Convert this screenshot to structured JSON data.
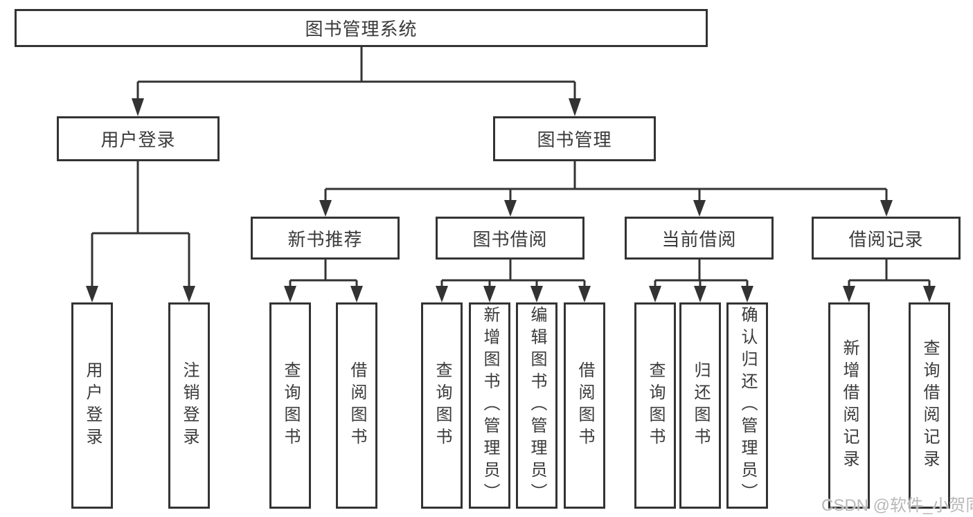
{
  "diagram": {
    "type": "hierarchy-tree",
    "root": {
      "label": "图书管理系统"
    },
    "level2": {
      "user_login": {
        "label": "用户登录"
      },
      "book_management": {
        "label": "图书管理"
      }
    },
    "level3": {
      "new_book_recommend": {
        "label": "新书推荐"
      },
      "book_borrowing": {
        "label": "图书借阅"
      },
      "current_borrowing": {
        "label": "当前借阅"
      },
      "borrowing_records": {
        "label": "借阅记录"
      }
    },
    "leaves": {
      "user_login": [
        "用户登录",
        "注销登录"
      ],
      "new_book_recommend": [
        "查询图书",
        "借阅图书"
      ],
      "book_borrowing": [
        "查询图书",
        "新增图书（管理员）",
        "编辑图书（管理员）",
        "借阅图书"
      ],
      "current_borrowing": [
        "查询图书",
        "归还图书",
        "确认归还（管理员）"
      ],
      "borrowing_records": [
        "新增借阅记录",
        "查询借阅记录"
      ]
    },
    "colors": {
      "background": "#ffffff",
      "line": "#333333",
      "box_border": "#333333",
      "text": "#3a3a3a",
      "watermark": "#b8b8b8"
    }
  },
  "watermark": {
    "text": "CSDN @软件_小贺同学"
  }
}
